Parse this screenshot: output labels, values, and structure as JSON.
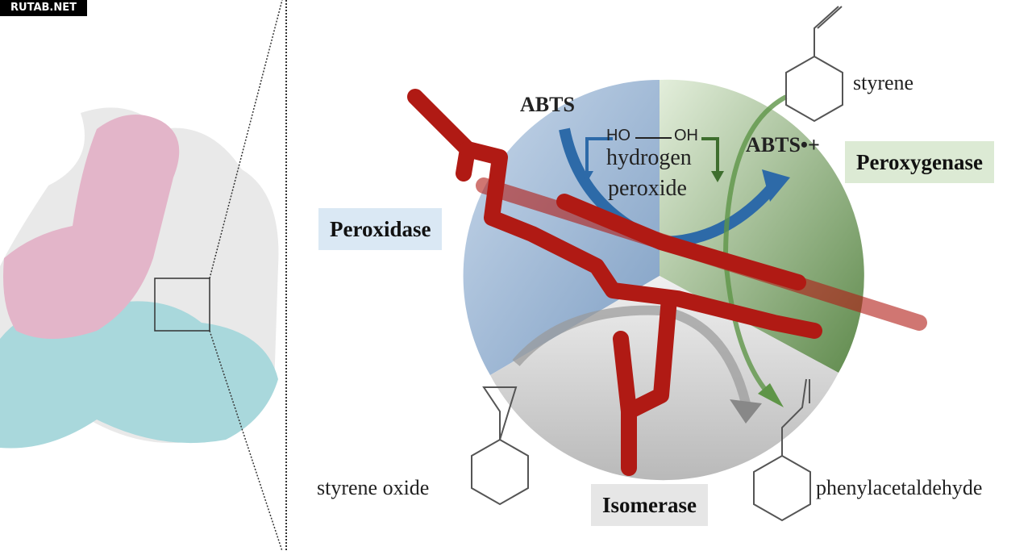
{
  "watermark": "RUTAB.NET",
  "labels": {
    "abts": "ABTS",
    "abts_radical": "ABTS•+",
    "ho": "HO",
    "oh": "OH",
    "hydrogen": "hydrogen",
    "peroxide": "peroxide",
    "styrene": "styrene",
    "styrene_oxide": "styrene oxide",
    "phenylacetaldehyde": "phenylacetaldehyde",
    "peroxidase": "Peroxidase",
    "peroxygenase": "Peroxygenase",
    "isomerase": "Isomerase"
  },
  "colors": {
    "peroxidase": "#c9dcef",
    "peroxygenase": "#d9e8d2",
    "isomerase": "#e4e4e4",
    "heme": "#b01a14"
  }
}
